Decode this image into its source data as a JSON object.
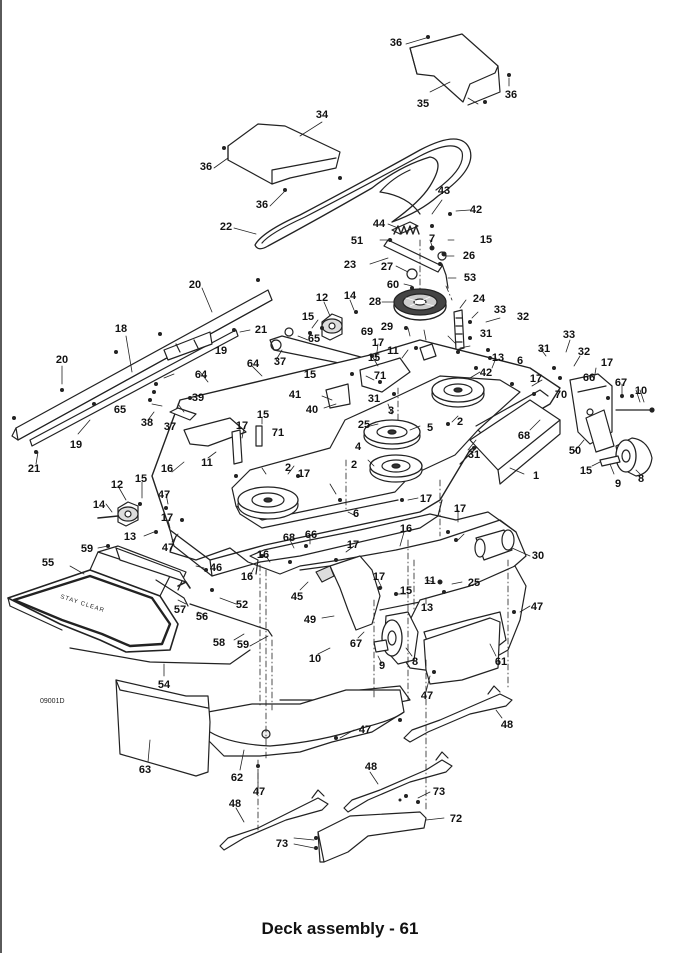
{
  "figure": {
    "caption": "Deck assembly - 61",
    "drawing_code": "09001D",
    "chute_text": "STAY CLEAR"
  },
  "callouts": [
    {
      "id": "c1",
      "text": "36"
    },
    {
      "id": "c2",
      "text": "35"
    },
    {
      "id": "c3",
      "text": "36"
    },
    {
      "id": "c4",
      "text": "34"
    },
    {
      "id": "c5",
      "text": "36"
    },
    {
      "id": "c6",
      "text": "36"
    },
    {
      "id": "c7",
      "text": "22"
    },
    {
      "id": "c8",
      "text": "43"
    },
    {
      "id": "c9",
      "text": "42"
    },
    {
      "id": "c10",
      "text": "44"
    },
    {
      "id": "c11",
      "text": "51"
    },
    {
      "id": "c12",
      "text": "7"
    },
    {
      "id": "c13",
      "text": "15"
    },
    {
      "id": "c14",
      "text": "26"
    },
    {
      "id": "c15",
      "text": "23"
    },
    {
      "id": "c16",
      "text": "27"
    },
    {
      "id": "c17",
      "text": "53"
    },
    {
      "id": "c18",
      "text": "60"
    },
    {
      "id": "c19",
      "text": "20"
    },
    {
      "id": "c20",
      "text": "12"
    },
    {
      "id": "c21",
      "text": "14"
    },
    {
      "id": "c22",
      "text": "28"
    },
    {
      "id": "c23",
      "text": "24"
    },
    {
      "id": "c24",
      "text": "33"
    },
    {
      "id": "c25",
      "text": "32"
    },
    {
      "id": "c26",
      "text": "21"
    },
    {
      "id": "c27",
      "text": "15"
    },
    {
      "id": "c28",
      "text": "29"
    },
    {
      "id": "c29",
      "text": "18"
    },
    {
      "id": "c30",
      "text": "65"
    },
    {
      "id": "c31",
      "text": "69"
    },
    {
      "id": "c32",
      "text": "19"
    },
    {
      "id": "c33",
      "text": "17"
    },
    {
      "id": "c34",
      "text": "31"
    },
    {
      "id": "c35",
      "text": "33"
    },
    {
      "id": "c36",
      "text": "64"
    },
    {
      "id": "c37",
      "text": "37"
    },
    {
      "id": "c38",
      "text": "15"
    },
    {
      "id": "c39",
      "text": "11"
    },
    {
      "id": "c40",
      "text": "13"
    },
    {
      "id": "c41",
      "text": "31"
    },
    {
      "id": "c42",
      "text": "32"
    },
    {
      "id": "c43",
      "text": "20"
    },
    {
      "id": "c44",
      "text": "64"
    },
    {
      "id": "c45",
      "text": "15"
    },
    {
      "id": "c46",
      "text": "71"
    },
    {
      "id": "c47",
      "text": "6"
    },
    {
      "id": "c48",
      "text": "42"
    },
    {
      "id": "c49",
      "text": "17"
    },
    {
      "id": "c50",
      "text": "17"
    },
    {
      "id": "c51",
      "text": "66"
    },
    {
      "id": "c52",
      "text": "65"
    },
    {
      "id": "c53",
      "text": "39"
    },
    {
      "id": "c54",
      "text": "41"
    },
    {
      "id": "c55",
      "text": "31"
    },
    {
      "id": "c56",
      "text": "70"
    },
    {
      "id": "c57",
      "text": "67"
    },
    {
      "id": "c58",
      "text": "10"
    },
    {
      "id": "c59",
      "text": "40"
    },
    {
      "id": "c60",
      "text": "3"
    },
    {
      "id": "c61",
      "text": "38"
    },
    {
      "id": "c62",
      "text": "37"
    },
    {
      "id": "c63",
      "text": "17"
    },
    {
      "id": "c64",
      "text": "15"
    },
    {
      "id": "c65",
      "text": "25"
    },
    {
      "id": "c66",
      "text": "5"
    },
    {
      "id": "c67",
      "text": "2"
    },
    {
      "id": "c68",
      "text": "68"
    },
    {
      "id": "c69",
      "text": "71"
    },
    {
      "id": "c70",
      "text": "4"
    },
    {
      "id": "c71",
      "text": "31"
    },
    {
      "id": "c72",
      "text": "50"
    },
    {
      "id": "c73",
      "text": "21"
    },
    {
      "id": "c74",
      "text": "19"
    },
    {
      "id": "c75",
      "text": "16"
    },
    {
      "id": "c76",
      "text": "11"
    },
    {
      "id": "c77",
      "text": "2"
    },
    {
      "id": "c78",
      "text": "2"
    },
    {
      "id": "c79",
      "text": "17"
    },
    {
      "id": "c80",
      "text": "15"
    },
    {
      "id": "c81",
      "text": "1"
    },
    {
      "id": "c82",
      "text": "9"
    },
    {
      "id": "c83",
      "text": "8"
    },
    {
      "id": "c84",
      "text": "12"
    },
    {
      "id": "c85",
      "text": "15"
    },
    {
      "id": "c86",
      "text": "47"
    },
    {
      "id": "c87",
      "text": "17"
    },
    {
      "id": "c88",
      "text": "14"
    },
    {
      "id": "c89",
      "text": "17"
    },
    {
      "id": "c90",
      "text": "6"
    },
    {
      "id": "c91",
      "text": "17"
    },
    {
      "id": "c92",
      "text": "13"
    },
    {
      "id": "c93",
      "text": "47"
    },
    {
      "id": "c94",
      "text": "59"
    },
    {
      "id": "c95",
      "text": "68"
    },
    {
      "id": "c96",
      "text": "66"
    },
    {
      "id": "c97",
      "text": "16"
    },
    {
      "id": "c98",
      "text": "30"
    },
    {
      "id": "c99",
      "text": "16"
    },
    {
      "id": "c100",
      "text": "17"
    },
    {
      "id": "c101",
      "text": "16"
    },
    {
      "id": "c102",
      "text": "55"
    },
    {
      "id": "c103",
      "text": "46"
    },
    {
      "id": "c104",
      "text": "45"
    },
    {
      "id": "c105",
      "text": "17"
    },
    {
      "id": "c106",
      "text": "11"
    },
    {
      "id": "c107",
      "text": "25"
    },
    {
      "id": "c108",
      "text": "15"
    },
    {
      "id": "c109",
      "text": "52"
    },
    {
      "id": "c110",
      "text": "57"
    },
    {
      "id": "c111",
      "text": "13"
    },
    {
      "id": "c112",
      "text": "47"
    },
    {
      "id": "c113",
      "text": "56"
    },
    {
      "id": "c114",
      "text": "49"
    },
    {
      "id": "c115",
      "text": "58"
    },
    {
      "id": "c116",
      "text": "59"
    },
    {
      "id": "c117",
      "text": "67"
    },
    {
      "id": "c118",
      "text": "10"
    },
    {
      "id": "c119",
      "text": "8"
    },
    {
      "id": "c120",
      "text": "9"
    },
    {
      "id": "c121",
      "text": "61"
    },
    {
      "id": "c122",
      "text": "54"
    },
    {
      "id": "c123",
      "text": "47"
    },
    {
      "id": "c124",
      "text": "48"
    },
    {
      "id": "c125",
      "text": "47"
    },
    {
      "id": "c126",
      "text": "63"
    },
    {
      "id": "c127",
      "text": "62"
    },
    {
      "id": "c128",
      "text": "47"
    },
    {
      "id": "c129",
      "text": "48"
    },
    {
      "id": "c130",
      "text": "48"
    },
    {
      "id": "c131",
      "text": "73"
    },
    {
      "id": "c132",
      "text": "72"
    },
    {
      "id": "c133",
      "text": "73"
    }
  ]
}
